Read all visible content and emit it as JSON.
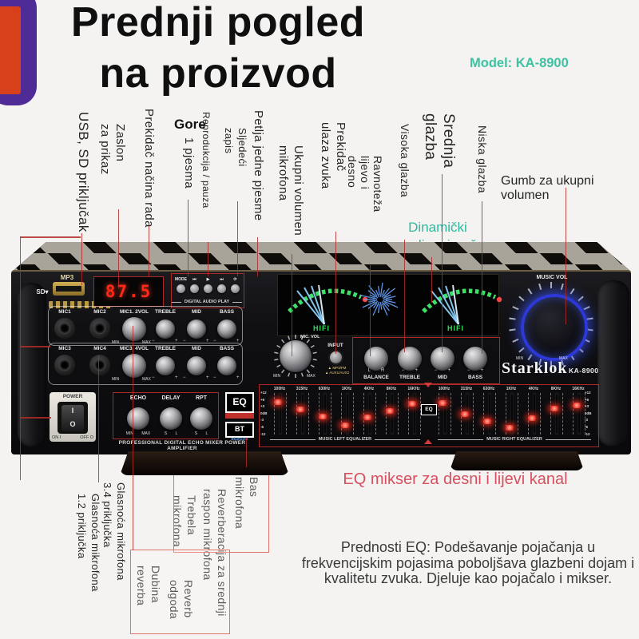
{
  "title": {
    "line1": "Prednji pogled",
    "line2": "na proizvod"
  },
  "model_label": "Model: KA-8900",
  "colors": {
    "accent_teal": "#3fc1a2",
    "annotation_red": "#c03b36",
    "badge_purple": "#4f2b96",
    "badge_orange": "#d8401c",
    "eq_led": "#f43b2d",
    "volume_ring_blue": "#2c39d8"
  },
  "callouts": {
    "usb": "USB, SD priključak",
    "zaslon": [
      "Zaslon",
      "za prikaz"
    ],
    "prekidac_nacina": "Prekidač načina rada",
    "gore": "Gore",
    "jedna_pjesma": "1 pjesma",
    "reprodukcija": "Reprodukcija / pauza",
    "sljedeci": [
      "Sljedeći",
      "zapis"
    ],
    "petlja": "Petlja jedne pjesme",
    "ukupni_volumen": [
      "Ukupni volumen",
      "mikrofona"
    ],
    "prekidac_ulaza": [
      "Prekidač",
      "ulaza zvuka"
    ],
    "ravnoteza": [
      "Ravnoteža",
      "lijevo i",
      "desno"
    ],
    "visoka": "Visoka glazba",
    "srednja": [
      "Srednja",
      "glazba"
    ],
    "niska": "Niska glazba",
    "gumb": "Gumb za ukupni volumen",
    "dinamicki": [
      "Dinamički",
      "audio mjerač"
    ],
    "glasnoca_34": [
      "Glasnoća mikrofona",
      "3.4 priključka"
    ],
    "glasnoca_12": [
      "Glasnoća mikrofona",
      "1.2 priključka"
    ],
    "bas_mikrofona": [
      "Bas",
      "mikrofona"
    ],
    "reverberacija": [
      "Reverberacija za srednji",
      "raspon mikrofona"
    ],
    "trebela": [
      "Trebela",
      "mikrofona"
    ],
    "dubina": [
      "Dubina",
      "reverba"
    ],
    "reverb_odgoda": [
      "Reverb",
      "odgoda"
    ],
    "eq_mikser": "EQ mikser za desni i lijevi kanal"
  },
  "footer_note": "Prednosti EQ: Podešavanje pojačanja u\nfrekvencijskim pojasima poboljšava glazbeni dojam i\nkvalitetu zvuka. Djeluje kao pojačalo i mikser.",
  "amp": {
    "mp3": "MP3",
    "sd": "SD▾",
    "display_value": "87.5",
    "dap": {
      "buttons": [
        "MODE",
        "⏮",
        "▶",
        "⏭",
        "⟳"
      ],
      "caption": "DIGITAL AUDIO PLAY"
    },
    "mic_row1": {
      "jacks": [
        "MIC1",
        "MIC2"
      ],
      "knobs": [
        "MIC1. 2VOL",
        "TREBLE",
        "MID",
        "BASS"
      ],
      "min": "MIN",
      "max": "MAX"
    },
    "mic_row2": {
      "jacks": [
        "MIC3",
        "MIC4"
      ],
      "knobs": [
        "MIC3. 4VOL",
        "TREBLE",
        "MID",
        "BASS"
      ],
      "min": "MIN",
      "max": "MAX"
    },
    "power": {
      "label": "POWER",
      "i": "I",
      "o": "O",
      "on": "ON I",
      "off": "OFF O"
    },
    "echo": {
      "knobs": [
        "ECHO",
        "DELAY",
        "RPT"
      ],
      "subs": [
        "MIN MAX",
        "S L",
        "S L"
      ]
    },
    "strip": "PROFESSIONAL DIGITAL ECHO MIXER POWER AMPLIFIER",
    "vu": {
      "hifi": "HIFI"
    },
    "mic_vol": {
      "label": "MIC. VOL",
      "min": "MIN",
      "max": "MAX"
    },
    "input": {
      "label": "INPUT",
      "opts": [
        "▲ MP3/FM",
        "▲ AUX1/AUX2"
      ]
    },
    "balance": {
      "knobs": [
        "BALANCE",
        "TREBLE",
        "MID",
        "BASS"
      ],
      "marks": [
        "L        R",
        "−        +",
        "−        +",
        "−        +"
      ]
    },
    "badges": {
      "eq": "EQ",
      "bt": "BT",
      "bluetooth": "Bluetooth"
    },
    "eq": {
      "freqs": [
        "100Hz",
        "315Hz",
        "630Hz",
        "1KHz",
        "4KHz",
        "8KHz",
        "16KHz"
      ],
      "scale": [
        "+12",
        "+6",
        "+3",
        "0dB",
        "-3",
        "-6",
        "-12"
      ],
      "left_levels_pct": [
        18,
        38,
        57,
        82,
        61,
        43,
        23
      ],
      "right_levels_pct": [
        20,
        52,
        71,
        89,
        62,
        36,
        27
      ],
      "left_caption": "MUSIC LEFT EQUALIZER",
      "right_caption": "MUSIC RIGHT EQUALIZER",
      "center_badge": "EQ"
    },
    "music_vol": {
      "label": "MUSIC VOL",
      "min": "MIN",
      "max": "MAX"
    },
    "brand": "Starklok",
    "model": "KA-8900"
  }
}
